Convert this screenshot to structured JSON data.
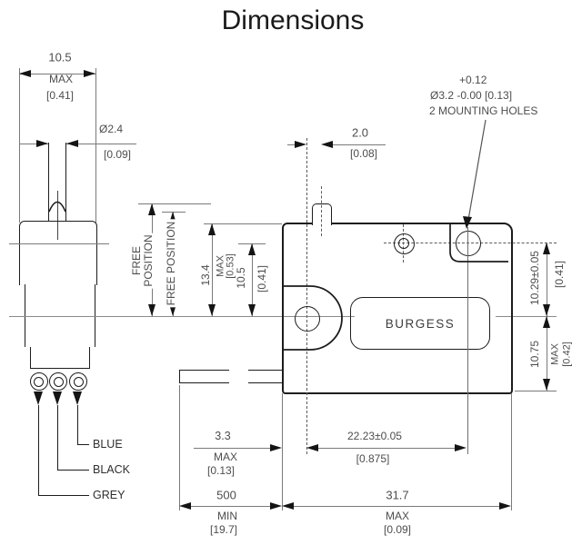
{
  "title": "Dimensions",
  "brand": "BURGESS",
  "side_view": {
    "dim_cap_width": {
      "value": "10.5",
      "qualifier": "MAX",
      "inches": "[0.41]"
    },
    "dim_plunger_diameter": {
      "value": "Ø2.4",
      "inches": "[0.09]"
    },
    "wire_labels": [
      "BLUE",
      "BLACK",
      "GREY"
    ]
  },
  "front_view": {
    "dim_plunger_offset": {
      "value": "2.0",
      "inches": "[0.08]"
    },
    "mounting_note": {
      "tolerance": "+0.12",
      "spec": "Ø3.2 -0.00 [0.13]",
      "label": "2 MOUNTING HOLES"
    },
    "dim_free_position_left": {
      "line1": "FREE",
      "line2": "POSITION"
    },
    "dim_free_position_right": "FREE POSITION",
    "dim_operating_height": {
      "value": "13.4",
      "qualifier": "MAX",
      "inches": "[0.53]"
    },
    "dim_release_height": {
      "value": "10.5",
      "inches": "[0.41]"
    },
    "dim_hole_to_centerline": {
      "value": "10.29±0.05",
      "inches": "[0.41]"
    },
    "dim_centerline_to_base": {
      "value": "10.75",
      "qualifier": "MAX",
      "inches": "[0.42]"
    },
    "dim_boss_offset": {
      "value": "3.3",
      "qualifier": "MAX",
      "inches": "[0.13]"
    },
    "dim_hole_pitch": {
      "value": "22.23±0.05",
      "inches": "[0.875]"
    },
    "dim_lead_length": {
      "value": "500",
      "qualifier": "MIN",
      "inches": "[19.7]"
    },
    "dim_body_width": {
      "value": "31.7",
      "qualifier": "MAX",
      "inches": "[0.09]"
    }
  },
  "colors": {
    "object_line": "#1c1c1c",
    "dim_line": "#7a7a7a",
    "text": "#4d4d4d"
  }
}
